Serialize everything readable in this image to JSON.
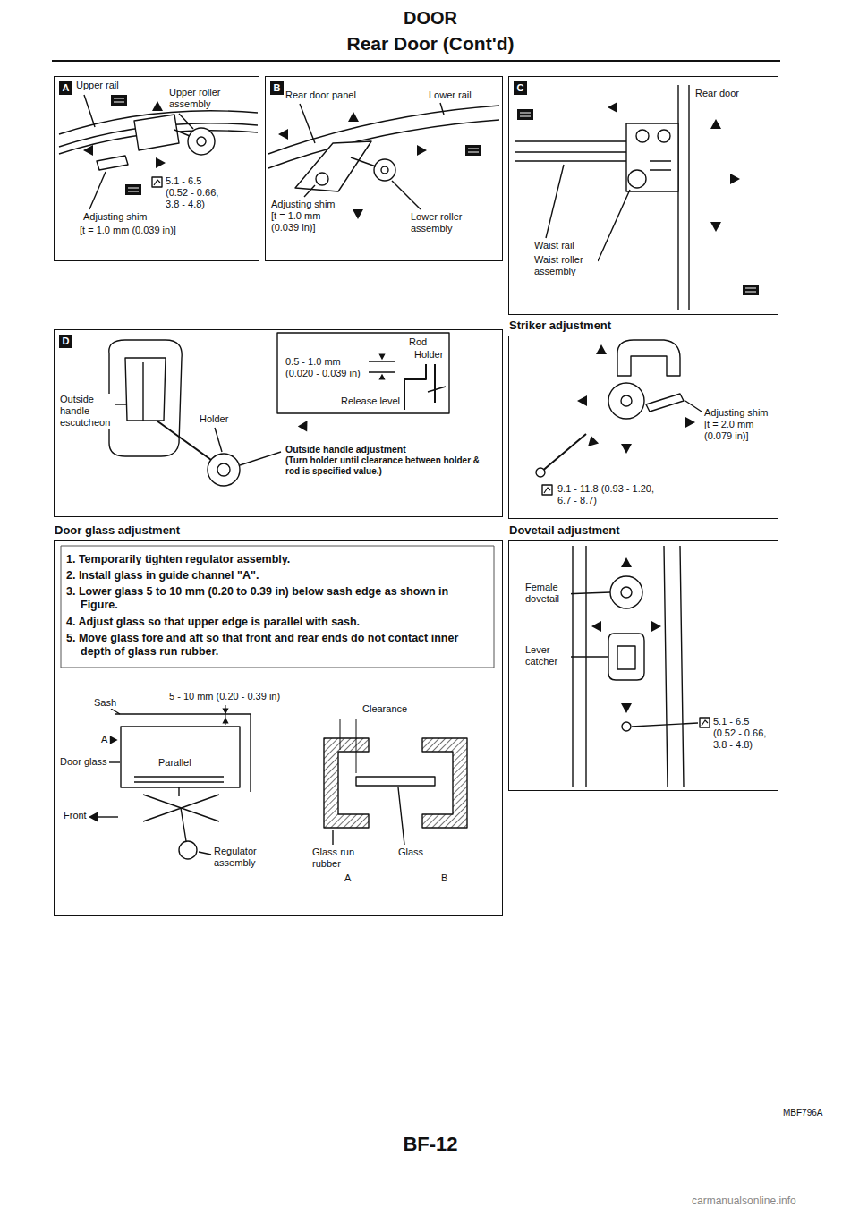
{
  "diagram": {
    "title": "DOOR",
    "nodes": [
      {
        "text": [
          "A"
        ]
      },
      {
        "text": [
          "B"
        ]
      },
      {
        "text": [
          "C"
        ]
      },
      {
        "text": [
          "D"
        ]
      },
      {
        "text": [
          "Striker adjustment"
        ]
      },
      {
        "text": [
          "Door glass adjustment"
        ]
      },
      {
        "text": [
          "Dovetail adjustment"
        ]
      }
    ],
    "labels": [
      "Rear Door (Cont'd)",
      "Upper rail",
      "Upper roller assembly",
      "5.1 - 6.5 (0.52 - 0.66, 3.8 - 4.8)",
      "Adjusting shim",
      "[t = 1.0 mm (0.039 in)]",
      "Rear door panel",
      "Lower rail",
      "Adjusting shim [t = 1.0 mm (0.039 in)]",
      "Lower roller assembly",
      "Rear door",
      "Waist rail",
      "Waist roller assembly",
      "Rod",
      "Holder",
      "0.5 - 1.0 mm (0.020 - 0.039 in)",
      "Holder",
      "Outside handle escutcheon",
      "Release level",
      "Outside handle adjustment",
      "(Turn holder until clearance between holder & rod is specified value.)",
      "Adjusting shim [t = 2.0 mm (0.079 in)]",
      "9.1 - 11.8 (0.93 - 1.20, 6.7 - 8.7)",
      "1. Temporarily tighten regulator assembly.",
      "2. Install glass in guide channel \"A\".",
      "3. Lower glass 5 to 10 mm (0.20 to 0.39 in) below sash edge as shown in Figure.",
      "4. Adjust glass so that upper edge is parallel with sash.",
      "5. Move glass fore and aft so that front and rear ends do not contact inner depth of glass run rubber.",
      "Sash",
      "5 - 10 mm (0.20 - 0.39 in)",
      "A",
      "Clearance",
      "Parallel",
      "Door glass",
      "Front",
      "Regulator assembly",
      "Glass run rubber",
      "Glass",
      "A",
      "B",
      "Female dovetail",
      "Lever catcher",
      "5.1 - 6.5 (0.52 - 0.66, 3.8 - 4.8)",
      "MBF796A",
      "BF-12",
      "carmanualsonline.info"
    ]
  }
}
